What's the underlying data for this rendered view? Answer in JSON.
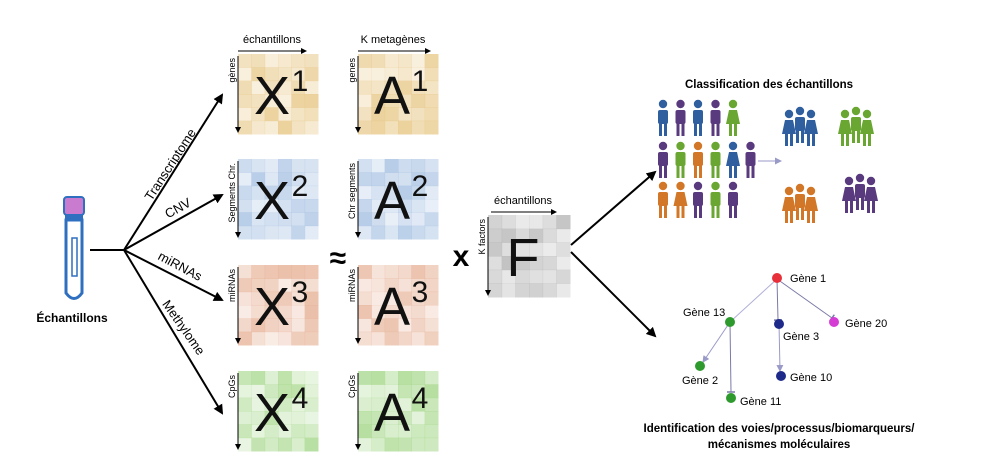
{
  "source": {
    "label": "Échantillons"
  },
  "branches": [
    {
      "label": "Transcriptome"
    },
    {
      "label": "CNV"
    },
    {
      "label": "miRNAs"
    },
    {
      "label": "Methylome"
    }
  ],
  "x_matrices": {
    "top_axis_label": "échantillons",
    "items": [
      {
        "letter": "X",
        "sup": "1",
        "side_label": "gènes"
      },
      {
        "letter": "X",
        "sup": "2",
        "side_label": "Segments Chr."
      },
      {
        "letter": "X",
        "sup": "3",
        "side_label": "miRNAs"
      },
      {
        "letter": "X",
        "sup": "4",
        "side_label": "CpGs"
      }
    ]
  },
  "a_matrices": {
    "top_axis_label": "K metagènes",
    "items": [
      {
        "letter": "A",
        "sup": "1",
        "side_label": "genes"
      },
      {
        "letter": "A",
        "sup": "2",
        "side_label": "Chr segments"
      },
      {
        "letter": "A",
        "sup": "3",
        "side_label": "miRNAs"
      },
      {
        "letter": "A",
        "sup": "4",
        "side_label": "CpGs"
      }
    ]
  },
  "approx_symbol": "≈",
  "times_symbol": "x",
  "f_matrix": {
    "letter": "F",
    "top_axis_label": "échantillons",
    "side_label": "K factors"
  },
  "classification": {
    "title": "Classification des échantillons"
  },
  "gene_network": {
    "nodes": [
      "Gène 1",
      "Gène 13",
      "Gène 3",
      "Gène 20",
      "Gène 2",
      "Gène 10",
      "Gène 11"
    ],
    "title_line1": "Identification des voies/processus/biomarqueurs/",
    "title_line2": "mécanismes moléculaires"
  },
  "colors": {
    "tube_cap": "#c97bd0",
    "tube_body": "#2f6fc0",
    "yellow": "#e8c98a",
    "blue": "#a9c3e3",
    "orange": "#e7b49a",
    "green": "#a9d98f",
    "gray": "#b8b8b8",
    "person_blue": "#2f5f9e",
    "person_purple": "#5a3a7e",
    "person_green": "#6aa632",
    "person_orange": "#d27727",
    "node_red": "#e8303a",
    "node_green": "#2e9a2e",
    "node_navy": "#1e2a8a",
    "node_magenta": "#d43cd4"
  }
}
